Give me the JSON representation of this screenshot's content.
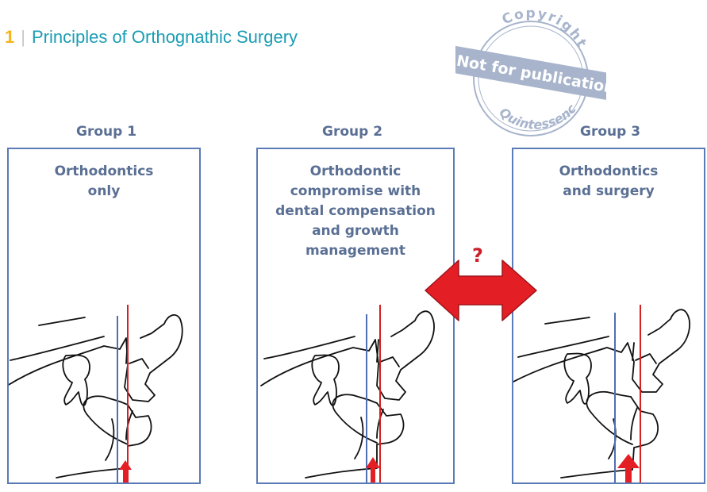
{
  "header": {
    "chapter_number": "1",
    "separator": "|",
    "chapter_title": "Principles of Orthognathic Surgery"
  },
  "watermark": {
    "top_text": "Copyright",
    "band_text": "Not for publication",
    "bottom_text": "Quintessence"
  },
  "groups": [
    {
      "title": "Group 1",
      "lines": [
        "Orthodontics",
        "only"
      ]
    },
    {
      "title": "Group 2",
      "lines": [
        "Orthodontic",
        "compromise with",
        "dental compensation",
        "and growth",
        "management"
      ]
    },
    {
      "title": "Group 3",
      "lines": [
        "Orthodontics",
        "and surgery"
      ]
    }
  ],
  "connector": {
    "symbol": "?"
  },
  "colors": {
    "chapter_number": "#f3b51b",
    "chapter_title": "#1a9db4",
    "panel_border": "#5a7bb5",
    "group_text": "#5a6f94",
    "reference_line_blue": "#4f6fb0",
    "reference_line_red": "#d42020",
    "arrow_red": "#e31e24",
    "watermark": "#a7b4cc"
  }
}
